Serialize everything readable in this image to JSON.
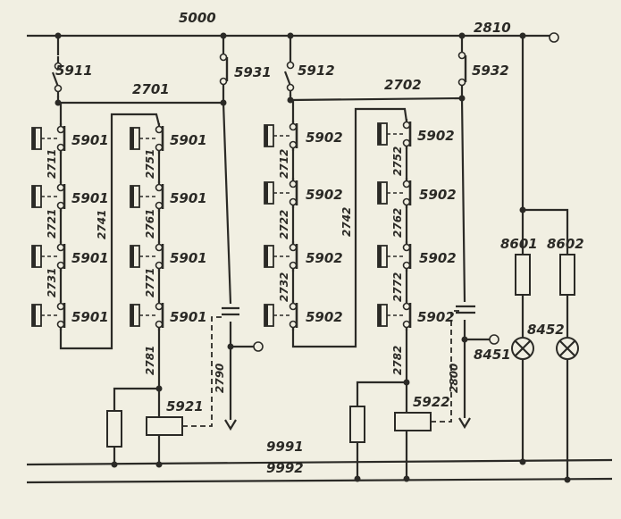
{
  "buses": {
    "top": "5000",
    "bottom1": "9991",
    "bottom2": "9992",
    "branch": "2810"
  },
  "switches": {
    "s1": "5911",
    "s2": "5931",
    "s3": "5912",
    "s4": "5932"
  },
  "wires": {
    "w2701": "2701",
    "w2702": "2702",
    "w2711": "2711",
    "w2721": "2721",
    "w2731": "2731",
    "w2741": "2741",
    "w2751": "2751",
    "w2761": "2761",
    "w2771": "2771",
    "w2781": "2781",
    "w2712": "2712",
    "w2722": "2722",
    "w2732": "2732",
    "w2742": "2742",
    "w2752": "2752",
    "w2762": "2762",
    "w2772": "2772",
    "w2782": "2782",
    "w2790": "2790",
    "w2800": "2800"
  },
  "contacts": {
    "group1": "5901",
    "group2": "5902"
  },
  "relays": {
    "r1": "5921",
    "r2": "5922"
  },
  "resistors": {
    "r8601": "8601",
    "r8602": "8602"
  },
  "lamps": {
    "l8451": "8451",
    "l8452": "8452"
  }
}
